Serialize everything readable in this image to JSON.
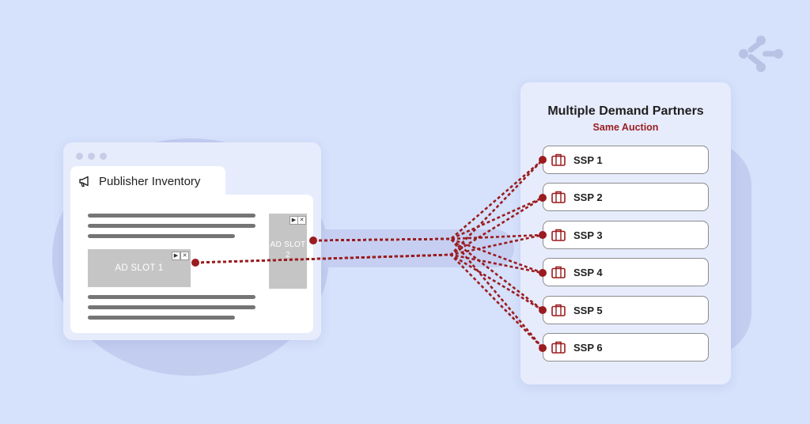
{
  "publisher": {
    "tab_label": "Publisher Inventory",
    "ad_slot_1": "AD SLOT 1",
    "ad_slot_2_line1": "AD SLOT",
    "ad_slot_2_line2": "2"
  },
  "partners": {
    "title": "Multiple Demand Partners",
    "subtitle": "Same Auction",
    "items": [
      {
        "label": "SSP 1"
      },
      {
        "label": "SSP 2"
      },
      {
        "label": "SSP 3"
      },
      {
        "label": "SSP 4"
      },
      {
        "label": "SSP 5"
      },
      {
        "label": "SSP 6"
      }
    ]
  },
  "colors": {
    "connector": "#9a1c1f",
    "background": "#d6e1fb"
  },
  "icons": {
    "tab": "megaphone-icon",
    "ssp": "briefcase-icon",
    "brand": "network-logo-icon"
  }
}
